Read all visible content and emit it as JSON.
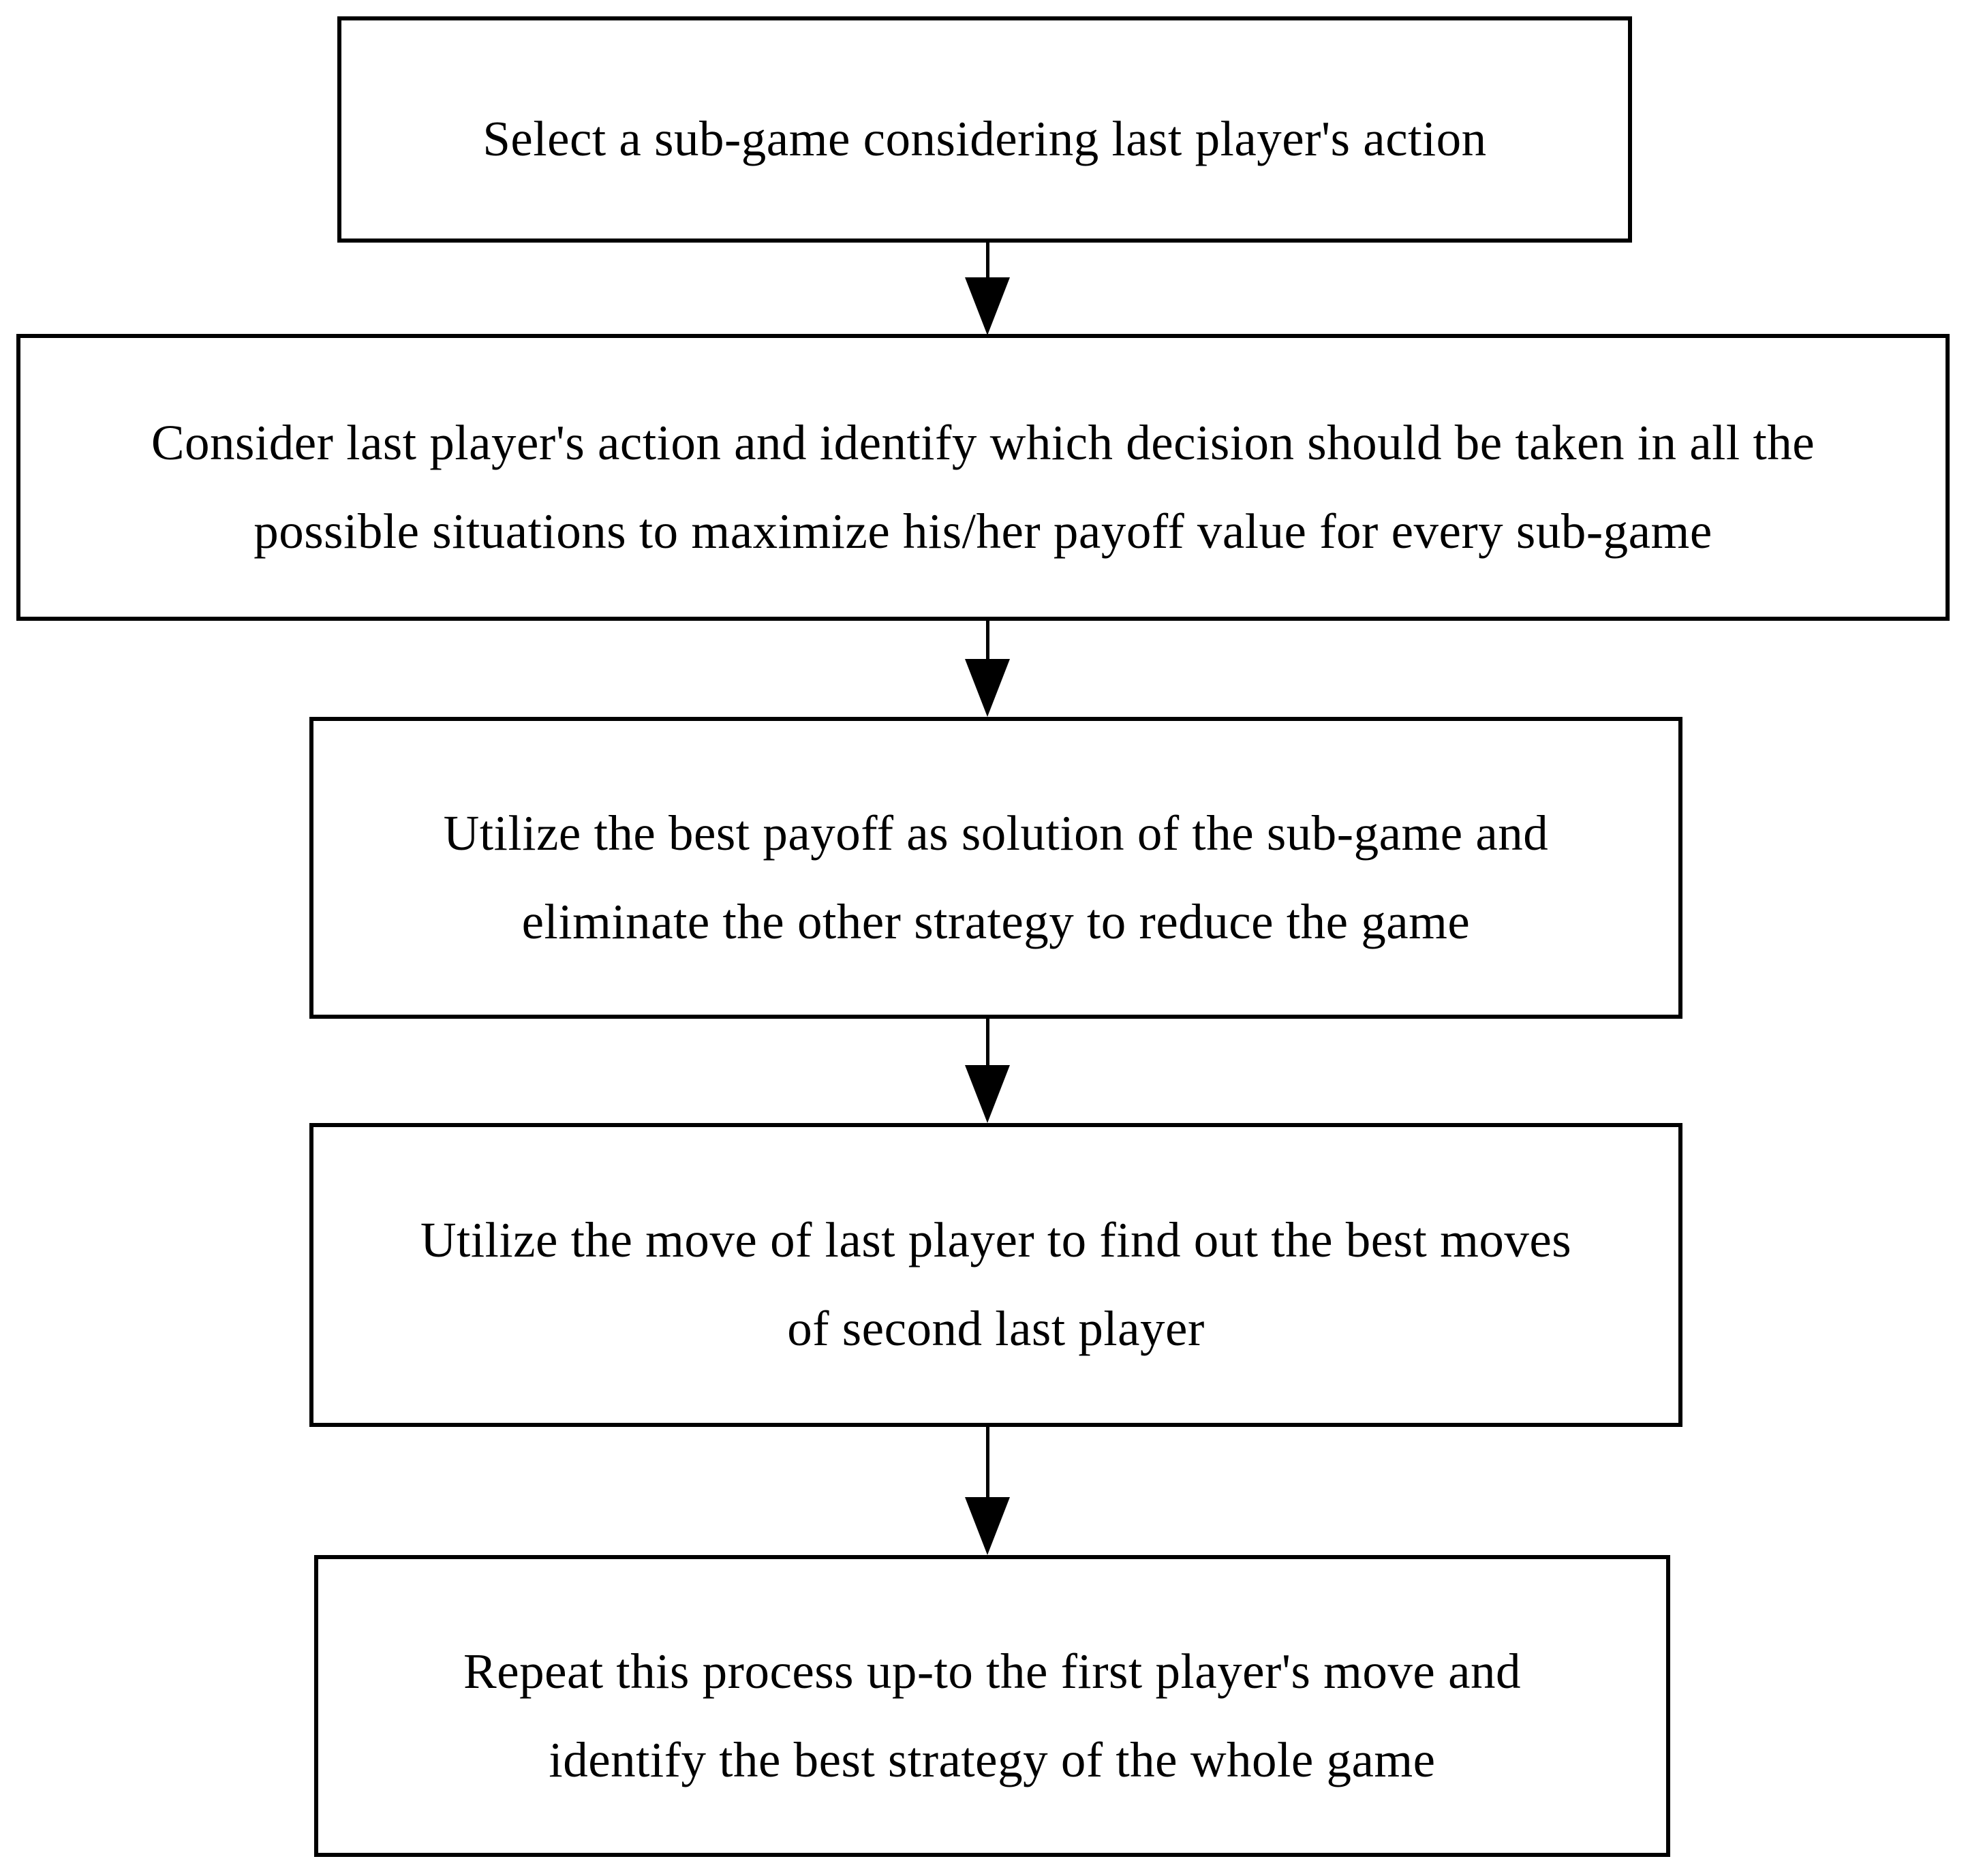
{
  "diagram": {
    "type": "flowchart",
    "orientation": "top-to-bottom",
    "colors": {
      "background": "#ffffff",
      "box_border": "#000000",
      "text": "#000000",
      "arrow": "#000000"
    },
    "boxes": [
      {
        "id": "step-1",
        "lines": [
          "Select a sub-game considering last player's action"
        ]
      },
      {
        "id": "step-2",
        "lines": [
          "Consider last player's action and identify which decision should be taken in all the",
          "possible situations to maximize his/her payoff value for every sub-game"
        ]
      },
      {
        "id": "step-3",
        "lines": [
          "Utilize the best payoff as solution of the sub-game and",
          "eliminate the other strategy to reduce the game"
        ]
      },
      {
        "id": "step-4",
        "lines": [
          "Utilize the move of last player to find out the best moves",
          "of second last player"
        ]
      },
      {
        "id": "step-5",
        "lines": [
          "Repeat this process up-to the first player's move and",
          "identify the best strategy of the whole game"
        ]
      }
    ],
    "arrows": [
      {
        "from": "step-1",
        "to": "step-2",
        "direction": "down"
      },
      {
        "from": "step-2",
        "to": "step-3",
        "direction": "down"
      },
      {
        "from": "step-3",
        "to": "step-4",
        "direction": "down"
      },
      {
        "from": "step-4",
        "to": "step-5",
        "direction": "down"
      }
    ]
  }
}
